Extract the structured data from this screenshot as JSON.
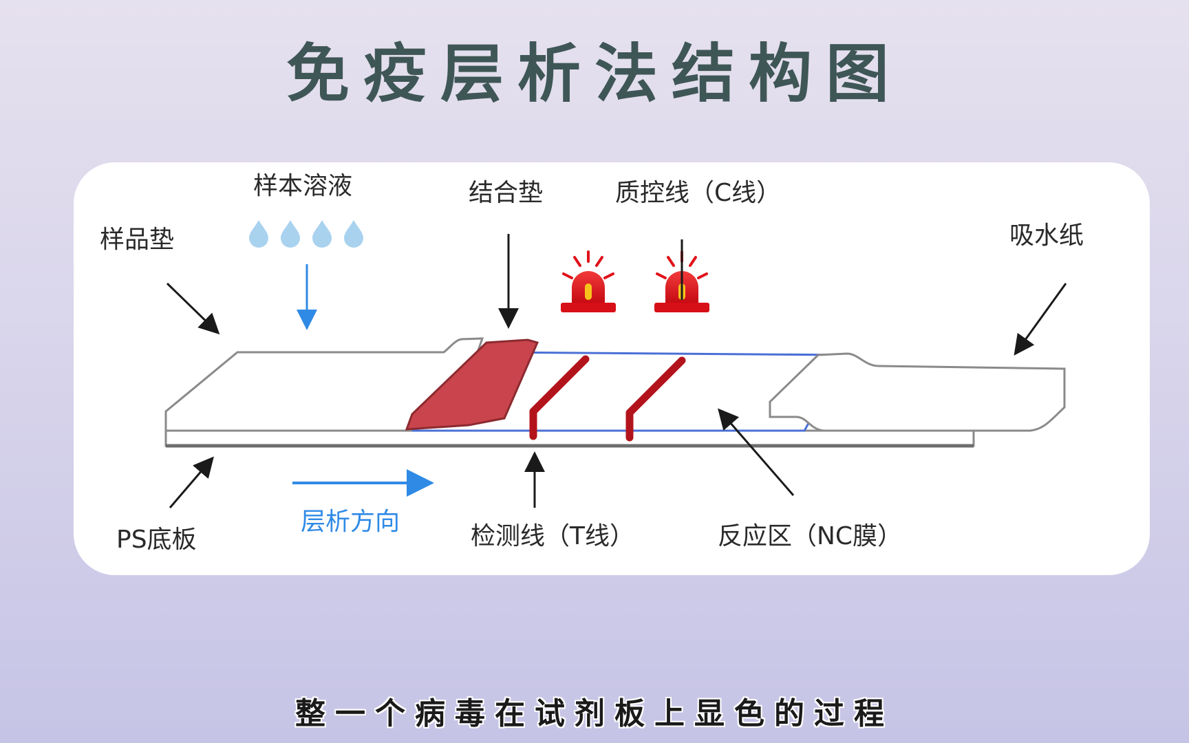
{
  "title": "免疫层析法结构图",
  "diagram": {
    "labels": {
      "sample_solution": "样本溶液",
      "sample_pad": "样品垫",
      "conjugate_pad": "结合垫",
      "control_line": "质控线（C线）",
      "absorbent_paper": "吸水纸",
      "ps_base": "PS底板",
      "flow_direction": "层析方向",
      "test_line": "检测线（T线）",
      "reaction_zone": "反应区（NC膜）"
    },
    "colors": {
      "card_background": "#ffffff",
      "arrow": "#1a1a1a",
      "flow_arrow": "#2f8ae6",
      "water_drop": "#a9d2ef",
      "line_red": "#b3141c",
      "conjugate_pad": "#c9444c",
      "alarm_red": "#e0121a",
      "alarm_light": "#f7c21c"
    },
    "icons": [
      "water-drop-icon",
      "alarm-light-icon"
    ]
  },
  "subtitle": "整一个病毒在试剂板上显色的过程"
}
